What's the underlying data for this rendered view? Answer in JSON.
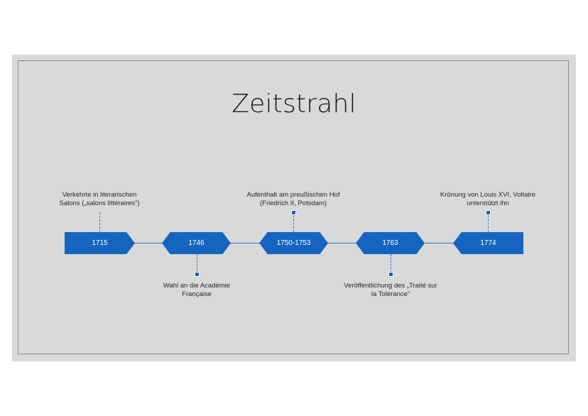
{
  "slide": {
    "title": "Zeitstrahl"
  },
  "timeline": {
    "markers": [
      {
        "year": "1715"
      },
      {
        "year": "1746"
      },
      {
        "year": "1750-1753"
      },
      {
        "year": "1763"
      },
      {
        "year": "1774"
      }
    ],
    "events": [
      {
        "line1": "Verkehrte in literarischen",
        "line2": "Salons („salons littéraires“)"
      },
      {
        "line1": "Wahl an die Académie",
        "line2": "Française"
      },
      {
        "line1": "Aufenthalt am preußischen Hof",
        "line2": "(Friedrich II, Potsdam)"
      },
      {
        "line1": "Veröffentlichung des „Traité sur",
        "line2": "la Tolérance“"
      },
      {
        "line1": "Krönung von Louis XVI, Voltaire",
        "line2": "unterstützt ihn"
      }
    ]
  },
  "colors": {
    "marker_fill": "#1565c0",
    "line": "#2e75c9",
    "slide_background": "#d9d9d9"
  }
}
